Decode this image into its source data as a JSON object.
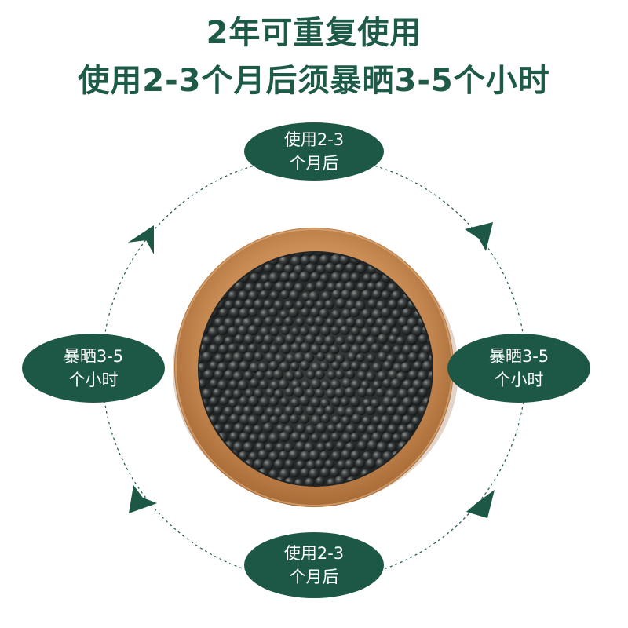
{
  "headline": {
    "line1": "2年可重复使用",
    "line2": "使用2-3个月后须暴晒3-5个小时"
  },
  "cycle": {
    "top": {
      "line1": "使用2-3",
      "line2": "个月后"
    },
    "right": {
      "line1": "暴晒3-5",
      "line2": "个小时"
    },
    "bottom": {
      "line1": "使用2-3",
      "line2": "个月后"
    },
    "left": {
      "line1": "暴晒3-5",
      "line2": "个小时"
    }
  },
  "colors": {
    "primary": "#1d5746",
    "headline": "#1e5a48",
    "tray": "#c98d55",
    "beads": "#2b2f2f"
  },
  "icons": [
    "cycle-arrow-icon"
  ]
}
